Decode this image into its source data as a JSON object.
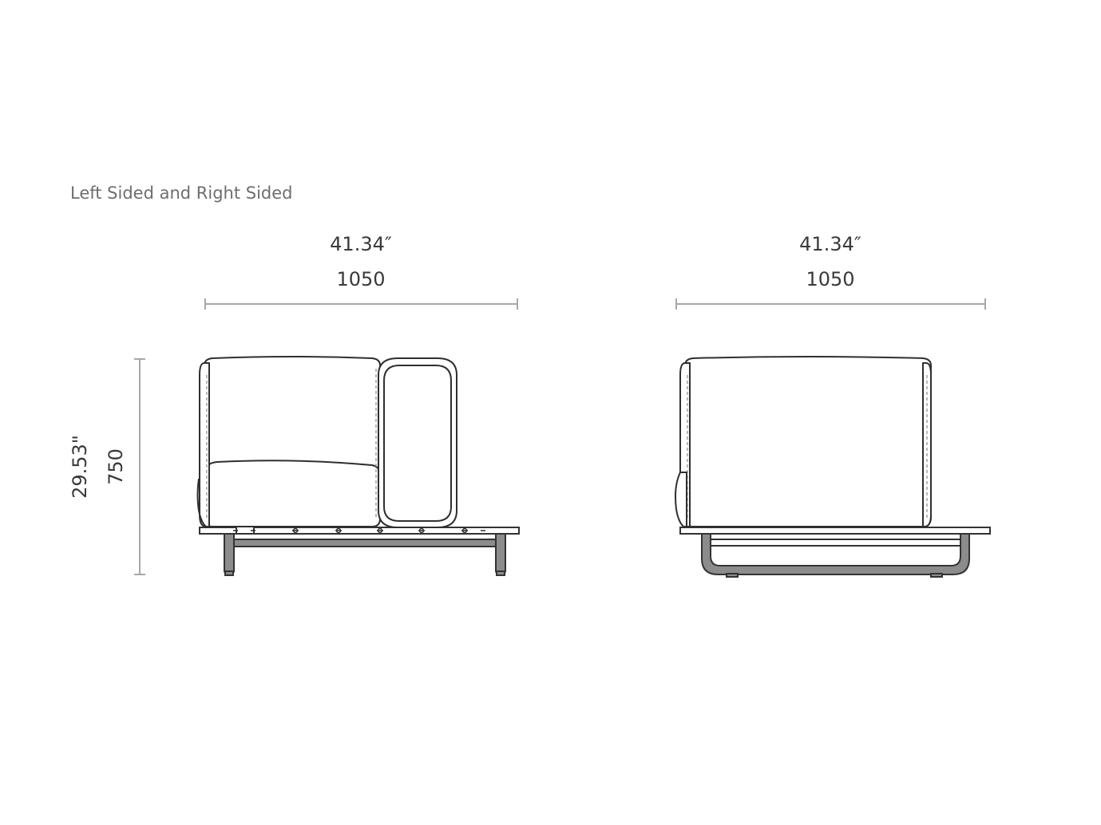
{
  "caption": "Left Sided and Right Sided",
  "front_view": {
    "width_inches": "41.34″",
    "width_mm": "1050",
    "height_inches": "29.53\"",
    "height_mm": "750"
  },
  "side_view": {
    "width_inches": "41.34″",
    "width_mm": "1050"
  }
}
